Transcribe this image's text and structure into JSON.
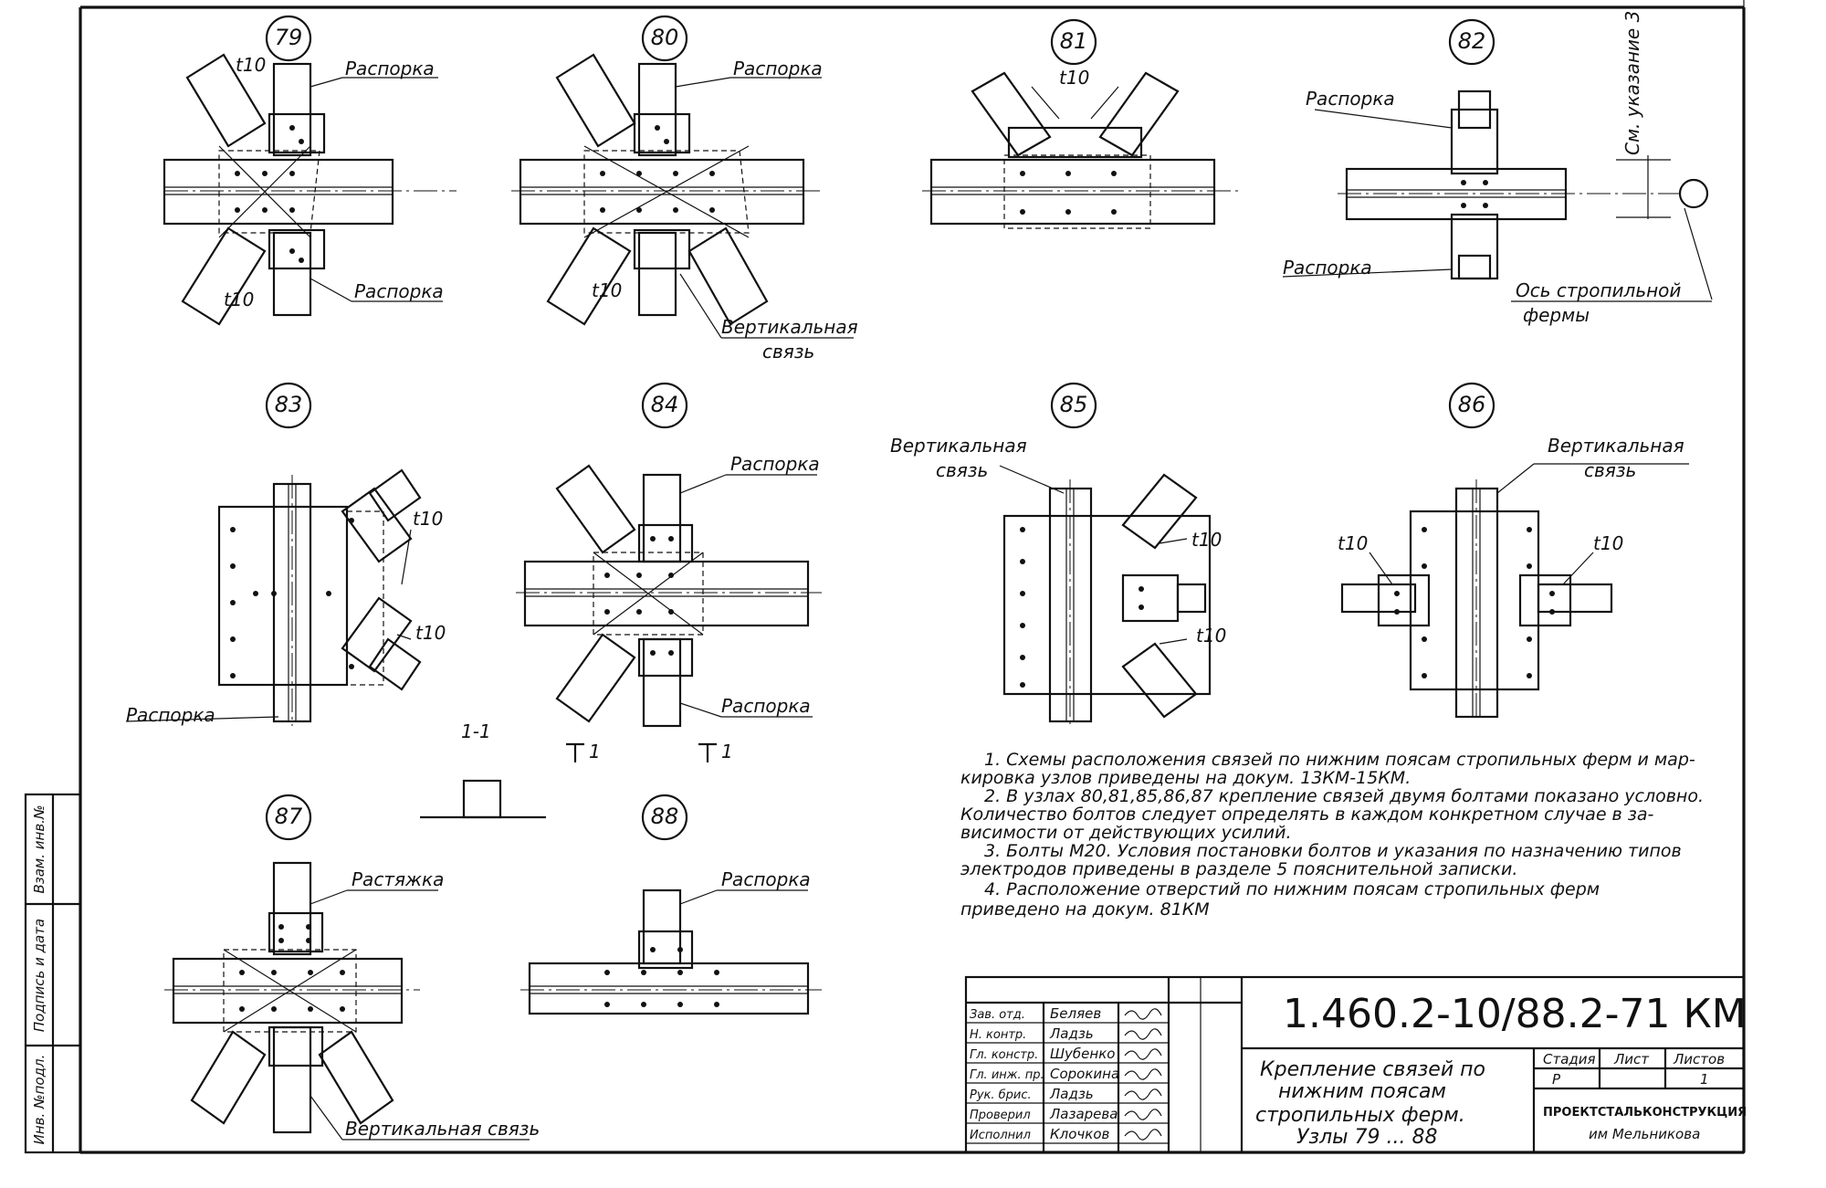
{
  "nodes": [
    {
      "number": "79",
      "labels": [
        "Распорка",
        "Распорка"
      ],
      "notes": [
        "t10",
        "t10"
      ]
    },
    {
      "number": "80",
      "labels": [
        "Распорка",
        "Вертикальная",
        "связь"
      ],
      "notes": [
        "t10"
      ]
    },
    {
      "number": "81",
      "labels": [],
      "notes": [
        "t10"
      ]
    },
    {
      "number": "82",
      "labels": [
        "Распорка",
        "Распорка",
        "См. указание 3",
        "Ось стропильной",
        "фермы"
      ],
      "notes": []
    },
    {
      "number": "83",
      "labels": [
        "Распорка"
      ],
      "notes": [
        "t10",
        "t10"
      ]
    },
    {
      "number": "84",
      "labels": [
        "Распорка",
        "Распорка"
      ],
      "notes": []
    },
    {
      "number": "85",
      "labels": [
        "Вертикальная",
        "связь"
      ],
      "notes": [
        "t10",
        "t10"
      ]
    },
    {
      "number": "86",
      "labels": [
        "Вертикальная",
        "связь"
      ],
      "notes": [
        "t10",
        "t10"
      ]
    },
    {
      "number": "87",
      "labels": [
        "Растяжка",
        "Вертикальная связь"
      ],
      "notes": []
    },
    {
      "number": "88",
      "labels": [
        "Распорка"
      ],
      "notes": []
    }
  ],
  "section_label": "1-1",
  "section_marks": [
    "1",
    "1"
  ],
  "notes_text": [
    "1. Схемы расположения связей по нижним поясам стропильных ферм и мар-",
    "кировка узлов приведены на докум. 13КМ-15КМ.",
    "2. В узлах 80,81,85,86,87 крепление связей двумя болтами показано условно.",
    "Количество болтов следует определять в каждом конкретном случае в за-",
    "висимости от действующих усилий.",
    "3. Болты М20. Условия постановки болтов и указания по назначению типов",
    "электродов приведены в разделе 5 пояснительной записки.",
    "4. Расположение отверстий по нижним поясам стропильных ферм",
    "приведено на докум. 81КМ"
  ],
  "side_stamp": [
    "Инв. №подл.",
    "Подпись и дата",
    "Взам. инв.№"
  ],
  "title_block": {
    "doc_code": "1.460.2-10/88.2-71 КМ",
    "roles": [
      "Зав. отд.",
      "Н. контр.",
      "Гл. констр.",
      "Гл. инж. пр.",
      "Рук. брис.",
      "Проверил",
      "Исполнил"
    ],
    "names": [
      "Беляев",
      "Ладзь",
      "Шубенко",
      "Сорокина",
      "Ладзь",
      "Лазарева",
      "Клочков"
    ],
    "title": [
      "Крепление связей по",
      "нижним поясам",
      "стропильных ферм.",
      "Узлы 79 ... 88"
    ],
    "stage_header": "Стадия",
    "sheet_header": "Лист",
    "sheets_header": "Листов",
    "stage": "Р",
    "sheets": "1",
    "org": "ПРОЕКТСТАЛЬКОНСТРУКЦИЯ",
    "org_sub": "им Мельникова"
  }
}
